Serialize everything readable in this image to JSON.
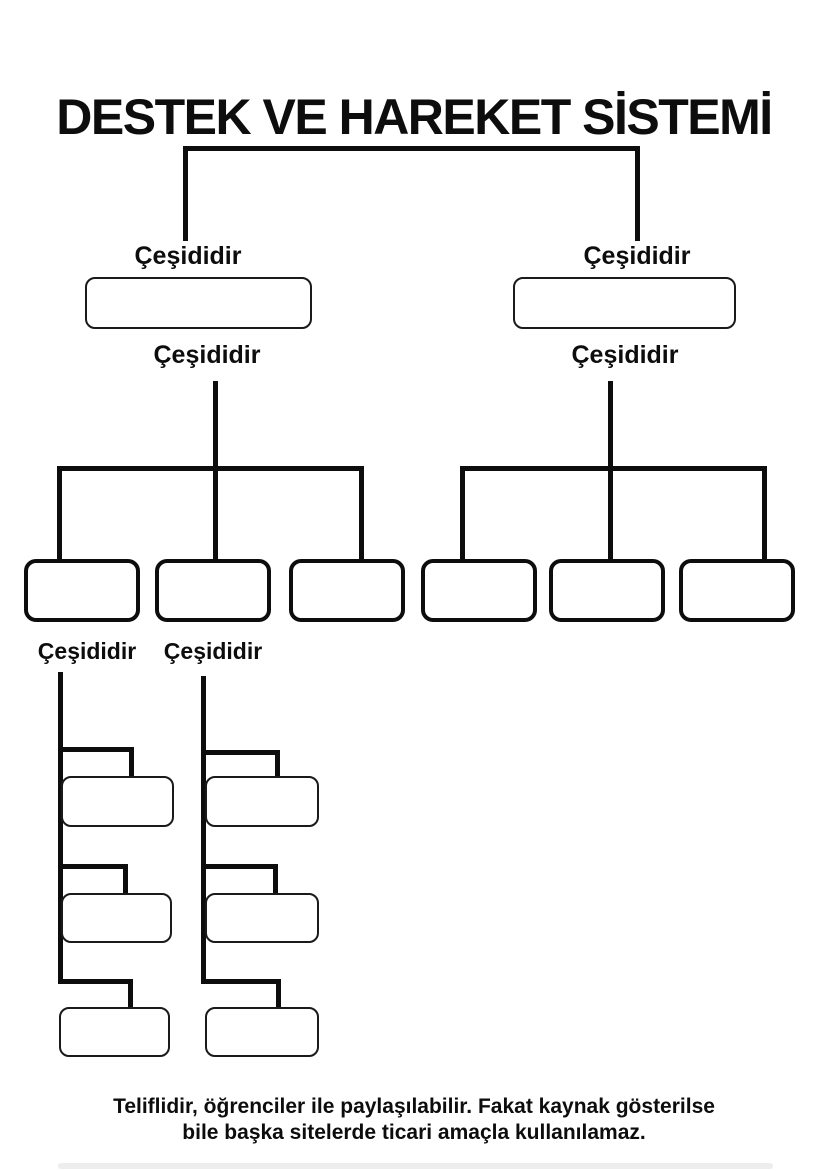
{
  "title": "DESTEK VE HAREKET SİSTEMİ",
  "labels": {
    "left_branch_top": "Çeşididir",
    "right_branch_top": "Çeşididir",
    "left_branch_mid": "Çeşididir",
    "right_branch_mid": "Çeşididir",
    "sub_branch_1": "Çeşididir",
    "sub_branch_2": "Çeşididir"
  },
  "boxes": {
    "left_parent": "",
    "right_parent": "",
    "left_children": [
      "",
      "",
      ""
    ],
    "right_children": [
      "",
      "",
      ""
    ],
    "chain1": [
      "",
      "",
      ""
    ],
    "chain2": [
      "",
      "",
      ""
    ]
  },
  "footer": {
    "line1": "Teliflidir, öğrenciler ile paylaşılabilir. Fakat kaynak gösterilse",
    "line2": "bile başka sitelerde ticari amaçla kullanılamaz."
  },
  "colors": {
    "line": "#0d0d0d",
    "background": "#ffffff",
    "text": "#0d0d0d"
  }
}
